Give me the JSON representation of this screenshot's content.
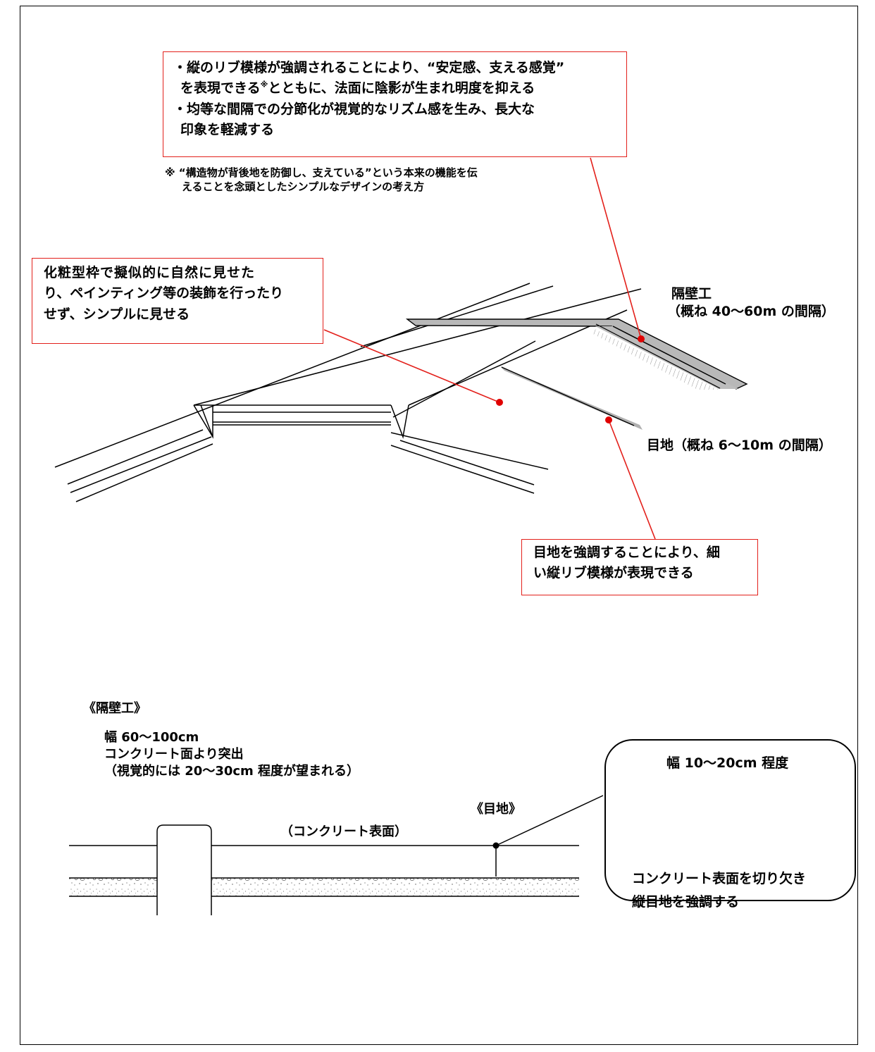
{
  "callout_top": {
    "line1": "・縦のリブ模様が強調されることにより、“安定感、支える感覚”",
    "line2_a": "を表現できる",
    "line2_sup": "※",
    "line2_b": "とともに、法面に陰影が生まれ明度を抑える",
    "line3": "・均等な間隔での分節化が視覚的なリズム感を生み、長大な",
    "line4": "印象を軽減する"
  },
  "footnote": {
    "line1": "※ “構造物が背後地を防御し、支えている”という本来の機能を伝",
    "line2": "えることを念頭としたシンプルなデザインの考え方"
  },
  "callout_left": {
    "line1": "化粧型枠で擬似的に自然に見せた",
    "line2": "り、ペインティング等の装飾を行ったり",
    "line3": "せず、シンプルに見せる"
  },
  "label_partition": {
    "line1": "隔壁工",
    "line2": "（概ね 40～60m の間隔）"
  },
  "label_joint": "目地（概ね 6～10m の間隔）",
  "callout_joint": {
    "line1": "目地を強調することにより、細",
    "line2": "い縦リブ模様が表現できる"
  },
  "section_partition": {
    "title": "《隔壁工》",
    "line1": "幅 60～100cm",
    "line2": "コンクリート面より突出",
    "line3": "（視覚的には 20～30cm 程度が望まれる）"
  },
  "section_joint_title": "《目地》",
  "concrete_surface": "（コンクリート表面）",
  "detail": {
    "width_label": "幅 10～20cm 程度",
    "line1": "コンクリート表面を切り欠き",
    "line2": "縦目地を強調する"
  },
  "colors": {
    "callout_red": "#e3201b",
    "leader_red": "#e3201b",
    "dot_red": "#e00000"
  }
}
